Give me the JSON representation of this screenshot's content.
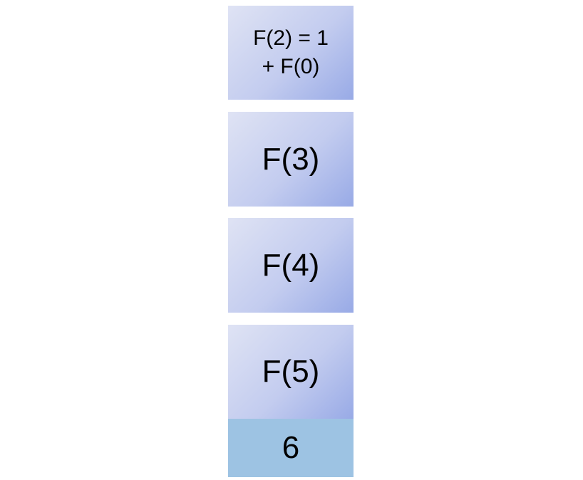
{
  "stack_frames": [
    {
      "label": "F(2) = 1\n+ F(0)",
      "line1": "F(2) = 1",
      "line2": "+ F(0)"
    },
    {
      "label": "F(3)"
    },
    {
      "label": "F(4)"
    },
    {
      "label": "F(5)"
    }
  ],
  "return_value": "6",
  "colors": {
    "frame_gradient_start": "#dfe3f4",
    "frame_gradient_end": "#98aae6",
    "return_value_fill": "#9dc3e3"
  }
}
